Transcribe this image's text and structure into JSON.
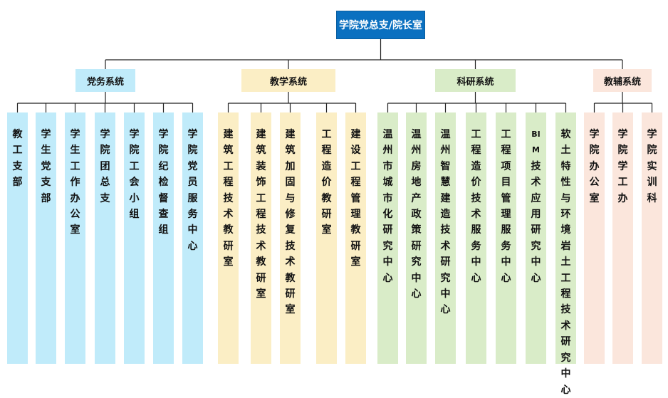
{
  "root": {
    "label": "学院党总支/院长室"
  },
  "systems": [
    {
      "label": "党务系统",
      "color": "#c0ebfa",
      "items": [
        "教工支部",
        "学生党支部",
        "学生工作办公室",
        "学院团总支",
        "学院工会小组",
        "学院纪检督查组",
        "学院党员服务中心"
      ]
    },
    {
      "label": "教学系统",
      "color": "#fbeec5",
      "items": [
        "建筑工程技术教研室",
        "建筑装饰工程技术教研室",
        "建筑加固与修复技术教研室",
        "工程造价教研室",
        "建设工程管理教研室"
      ]
    },
    {
      "label": "科研系统",
      "color": "#d9ecc8",
      "items": [
        "温州市城市化研究中心",
        "温州房地产政策研究中心",
        "温州智慧建造技术研究中心",
        "工程造价技术服务中心",
        "工程项目管理服务中心",
        "BIM技术应用研究中心",
        "软土特性与环境岩土工程技术研究中心"
      ]
    },
    {
      "label": "教辅系统",
      "color": "#fbe6dc",
      "items": [
        "学院办公室",
        "学院学工办",
        "学院实训科"
      ]
    }
  ]
}
